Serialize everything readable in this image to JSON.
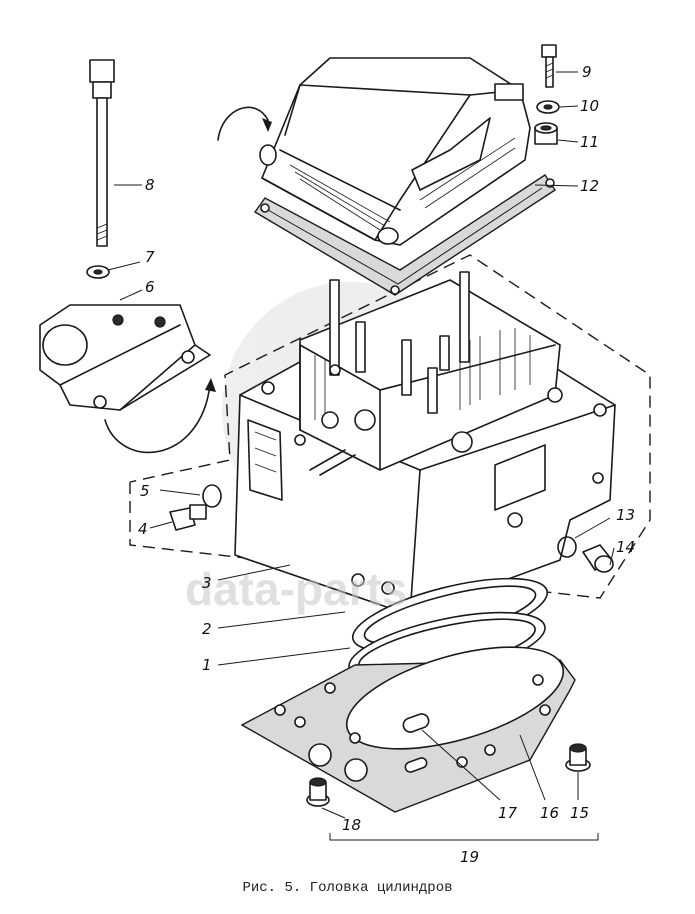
{
  "caption": "Рис. 5. Головка цилиндров",
  "watermark": "data-parts",
  "callouts": [
    "1",
    "2",
    "3",
    "4",
    "5",
    "6",
    "7",
    "8",
    "9",
    "10",
    "11",
    "12",
    "13",
    "14",
    "15",
    "16",
    "17",
    "18",
    "19"
  ]
}
